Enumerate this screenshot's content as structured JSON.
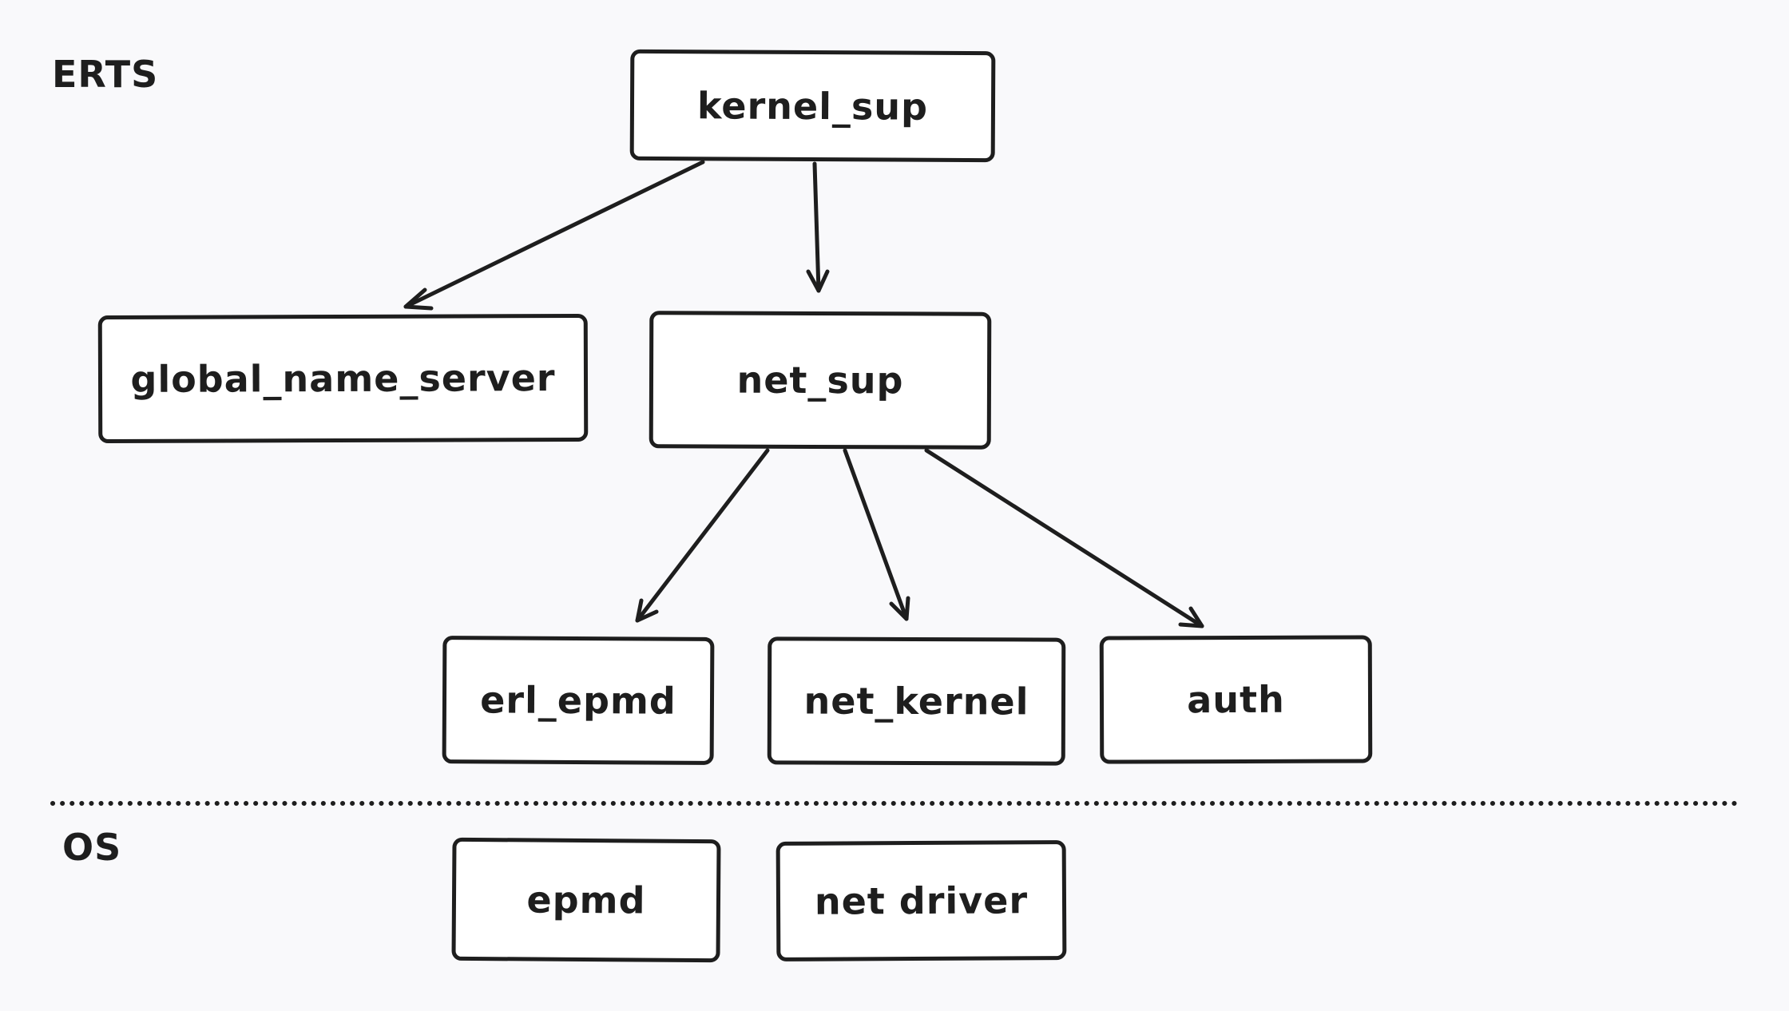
{
  "layers": {
    "top": "ERTS",
    "bottom": "OS"
  },
  "nodes": {
    "kernel_sup": "kernel_sup",
    "global_name_server": "global_name_server",
    "net_sup": "net_sup",
    "erl_epmd": "erl_epmd",
    "net_kernel": "net_kernel",
    "auth": "auth",
    "epmd": "epmd",
    "net_driver": "net driver"
  },
  "edges": [
    {
      "from": "kernel_sup",
      "to": "global_name_server"
    },
    {
      "from": "kernel_sup",
      "to": "net_sup"
    },
    {
      "from": "net_sup",
      "to": "erl_epmd"
    },
    {
      "from": "net_sup",
      "to": "net_kernel"
    },
    {
      "from": "net_sup",
      "to": "auth"
    }
  ],
  "colors": {
    "stroke": "#1e1e1e",
    "background": "#f9f9fb",
    "node_fill": "#ffffff"
  }
}
